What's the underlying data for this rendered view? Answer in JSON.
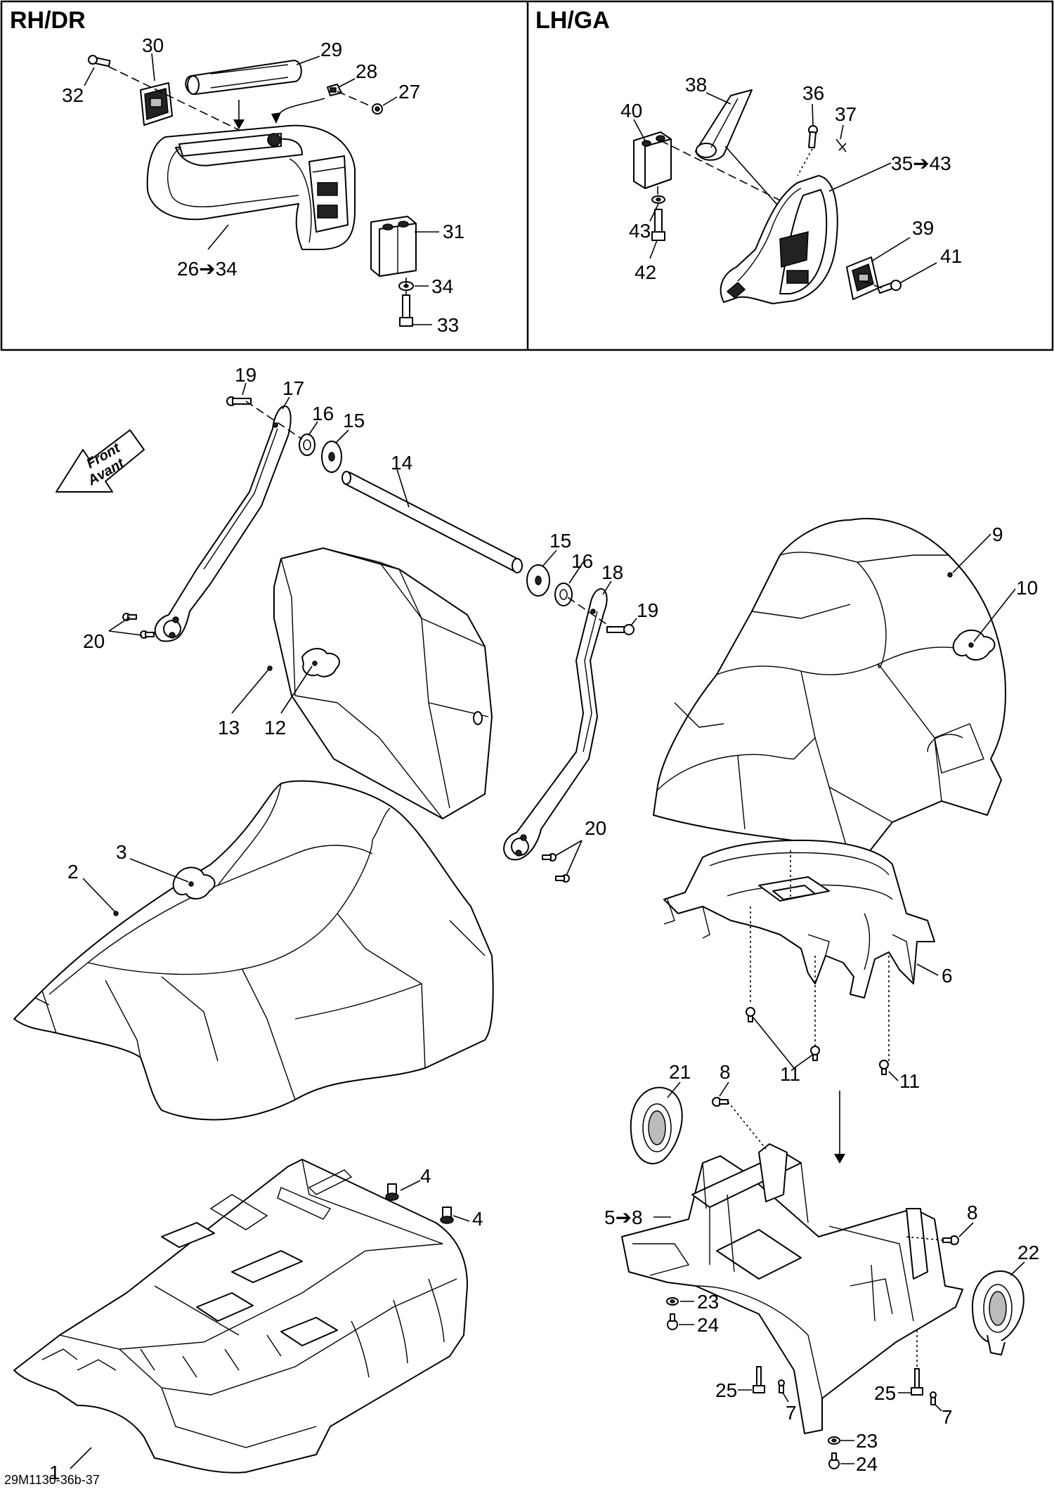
{
  "panels": {
    "rh": {
      "title": "RH/DR"
    },
    "lh": {
      "title": "LH/GA"
    }
  },
  "front_arrow": {
    "line1": "Front",
    "line2": "Avant"
  },
  "callouts": {
    "c1": "1",
    "c2": "2",
    "c3": "3",
    "c4a": "4",
    "c4b": "4",
    "c5": "5➔8",
    "c6": "6",
    "c7a": "7",
    "c7b": "7",
    "c8a": "8",
    "c8b": "8",
    "c9": "9",
    "c10": "10",
    "c11a": "11",
    "c11b": "11",
    "c12": "12",
    "c13": "13",
    "c14": "14",
    "c15a": "15",
    "c15b": "15",
    "c16a": "16",
    "c16b": "16",
    "c17": "17",
    "c18": "18",
    "c19a": "19",
    "c19b": "19",
    "c20a": "20",
    "c20b": "20",
    "c21": "21",
    "c22": "22",
    "c23a": "23",
    "c23b": "23",
    "c24a": "24",
    "c24b": "24",
    "c25a": "25",
    "c25b": "25",
    "c26": "26➔34",
    "c27": "27",
    "c28": "28",
    "c29": "29",
    "c30": "30",
    "c31": "31",
    "c32": "32",
    "c33": "33",
    "c34": "34",
    "c35": "35➔43",
    "c36": "36",
    "c37": "37",
    "c38": "38",
    "c39": "39",
    "c40": "40",
    "c41": "41",
    "c42": "42",
    "c43": "43"
  },
  "figure_code": "29M1130-36b-37"
}
